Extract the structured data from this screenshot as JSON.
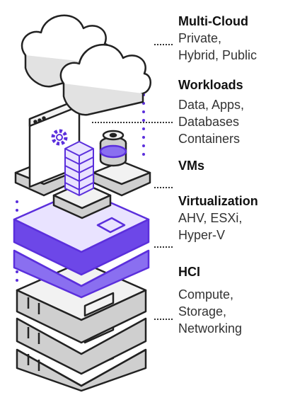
{
  "layers": [
    {
      "id": "multicloud",
      "title": "Multi-Cloud",
      "lines": [
        "Private,",
        "Hybrid, Public"
      ]
    },
    {
      "id": "workloads",
      "title": "Workloads",
      "lines": [
        "Data, Apps,",
        "Databases",
        "Containers"
      ]
    },
    {
      "id": "vms",
      "title": "VMs",
      "lines": []
    },
    {
      "id": "virtualization",
      "title": "Virtualization",
      "lines": [
        "AHV, ESXi,",
        "Hyper-V"
      ]
    },
    {
      "id": "hci",
      "title": "HCI",
      "lines": [
        "Compute,",
        "Storage,",
        "Networking"
      ]
    }
  ],
  "colors": {
    "accent": "#5b2fdc",
    "accent_light": "#8a6ff0",
    "accent_face": "#e9e3ff",
    "outline": "#222222",
    "grey_side": "#cfcfcf",
    "grey_top": "#f2f2f2",
    "dots": "#5b2fdc"
  }
}
